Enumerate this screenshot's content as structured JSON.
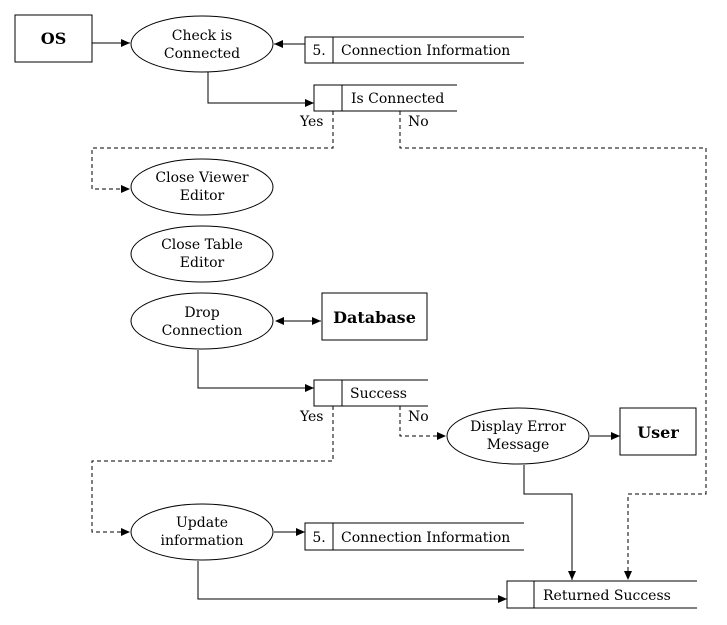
{
  "entities": {
    "os": "OS",
    "database": "Database",
    "user": "User"
  },
  "processes": {
    "check_connected": [
      "Check is",
      "Connected"
    ],
    "close_viewer": [
      "Close Viewer",
      "Editor"
    ],
    "close_table": [
      "Close Table",
      "Editor"
    ],
    "drop_connection": [
      "Drop",
      "Connection"
    ],
    "display_error": [
      "Display Error",
      "Message"
    ],
    "update_information": [
      "Update",
      "information"
    ]
  },
  "stores": {
    "conn_info_top": {
      "id": "5.",
      "label": "Connection Information"
    },
    "is_connected": {
      "id": "",
      "label": "Is Connected"
    },
    "success": {
      "id": "",
      "label": "Success"
    },
    "conn_info_bottom": {
      "id": "5.",
      "label": "Connection Information"
    },
    "returned_success": {
      "id": "",
      "label": "Returned Success"
    }
  },
  "conditions": {
    "is_connected_yes": "Yes",
    "is_connected_no": "No",
    "success_yes": "Yes",
    "success_no": "No"
  }
}
